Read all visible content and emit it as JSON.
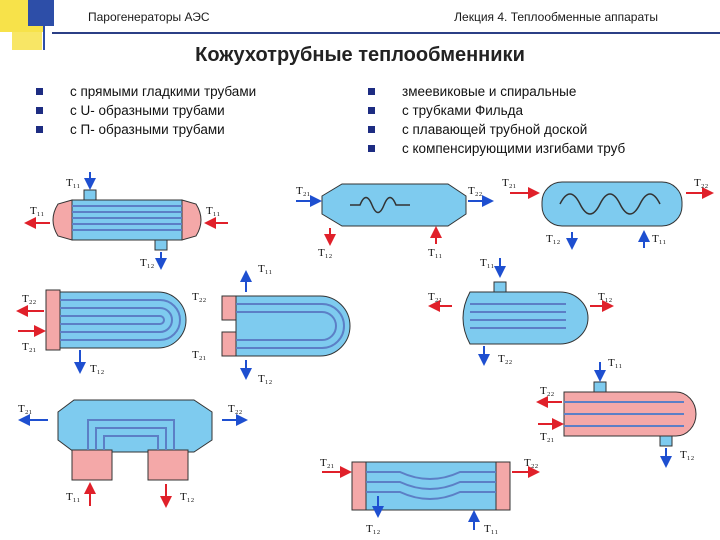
{
  "header": {
    "left": "Парогенераторы АЭС",
    "right": "Лекция 4.  Теплообменные аппараты"
  },
  "title": "Кожухотрубные теплообменники",
  "bullets_left": [
    "с прямыми гладкими трубами",
    "с U- образными трубами",
    "с П- образными трубами"
  ],
  "bullets_right": [
    "змеевиковые и спиральные",
    "с трубками Фильда",
    "с плавающей трубной доской",
    "с компенсирующими изгибами труб"
  ],
  "labels": {
    "t11": "T₁₁",
    "t12": "T₁₂",
    "t21": "T₂₁",
    "t22": "T₂₂"
  },
  "colors": {
    "shell": "#7ecbef",
    "tube_side": "#f4a8a8",
    "tube": "#5c7fc6",
    "arrow_hot": "#e0202a",
    "arrow_cold": "#1e4fd0",
    "header_rule": "#2b3f86",
    "corner_yellow": "#f7e24a",
    "corner_blue": "#2d4ea8"
  }
}
